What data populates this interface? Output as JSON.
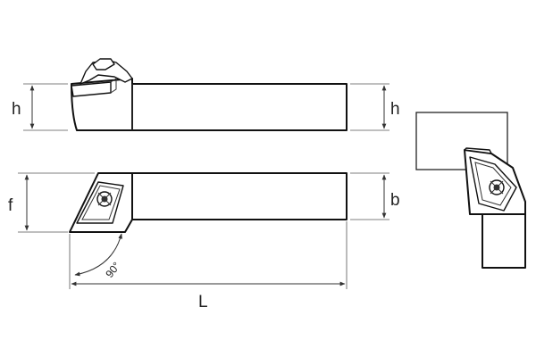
{
  "dimensions": {
    "h_left": "h",
    "h_right": "h",
    "f": "f",
    "b": "b",
    "L": "L",
    "angle": "90°"
  }
}
